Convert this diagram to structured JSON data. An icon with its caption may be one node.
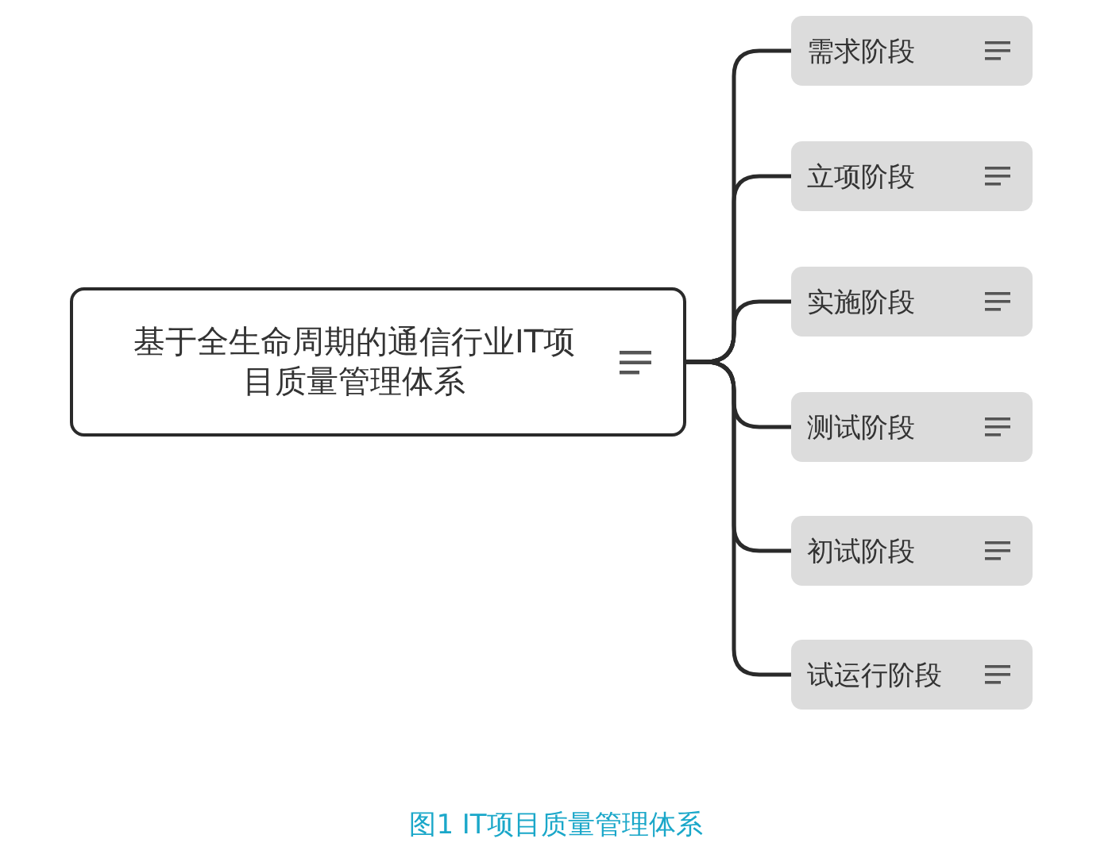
{
  "diagram": {
    "caption": "图1 IT项目质量管理体系",
    "nodes": [
      {
        "text": [
          "基于全生命周期的通信行业IT项目质量管理体系"
        ]
      },
      {
        "text": [
          "需求阶段"
        ]
      },
      {
        "text": [
          "立项阶段"
        ]
      },
      {
        "text": [
          "实施阶段"
        ]
      },
      {
        "text": [
          "测试阶段"
        ]
      },
      {
        "text": [
          "初试阶段"
        ]
      },
      {
        "text": [
          "试运行阶段"
        ]
      }
    ],
    "edges": [
      {
        "from": 0,
        "to": 1,
        "arrow": "none"
      },
      {
        "from": 0,
        "to": 2,
        "arrow": "none"
      },
      {
        "from": 0,
        "to": 3,
        "arrow": "none"
      },
      {
        "from": 0,
        "to": 4,
        "arrow": "none"
      },
      {
        "from": 0,
        "to": 5,
        "arrow": "none"
      },
      {
        "from": 0,
        "to": 6,
        "arrow": "none"
      }
    ]
  }
}
